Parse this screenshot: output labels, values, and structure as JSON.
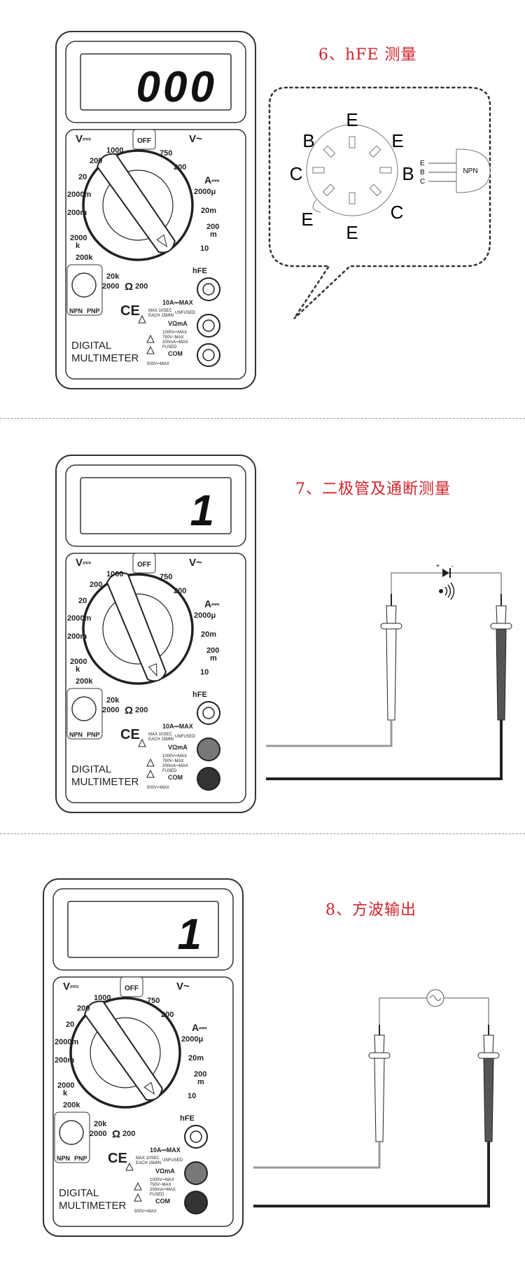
{
  "sections": [
    {
      "heading": "6、hFE 测量",
      "display": "000",
      "pinout": {
        "top": "E",
        "top_right": "E",
        "right": "B",
        "bottom_right": "C",
        "bottom": "E",
        "bottom_left": "E",
        "left": "C",
        "top_left": "B"
      },
      "transistor": {
        "label": "NPN",
        "pins": [
          "E",
          "B",
          "C"
        ]
      }
    },
    {
      "heading": "7、二极管及通断测量",
      "display": "1"
    },
    {
      "heading": "8、方波输出",
      "display": "1"
    }
  ],
  "meter": {
    "brand_line1": "DIGITAL",
    "brand_line2": "MULTIMETER",
    "dcv": "V⎓",
    "acv": "V~",
    "dca": "A⎓",
    "off": "OFF",
    "dial_labels": {
      "v1000": "1000",
      "v200": "200",
      "v20": "20",
      "v2000m": "2000m",
      "v200m": "200m",
      "ac750": "750",
      "ac200": "200",
      "a2000u": "2000μ",
      "a20m": "20m",
      "a200m_top": "200",
      "a200m_bot": "m",
      "a10": "10",
      "hfe": "hFE",
      "r2000k_top": "2000",
      "r2000k_bot": "k",
      "r200k": "200k",
      "r20k": "20k",
      "r2000": "2000",
      "ohm": "Ω",
      "r200": "200"
    },
    "socket_npn": "NPN",
    "socket_pnp": "PNP",
    "ce": "CE",
    "jack_10a": "10A⎓MAX",
    "jack_10a_note1": "MAX 10SEC",
    "jack_10a_note2": "EACH 15MIN",
    "jack_10a_note3": "UNFUSED",
    "jack_v": "VΩmA",
    "jack_v_note1": "1000V⎓MAX",
    "jack_v_note2": "750V~MAX",
    "jack_v_note3": "200mA⎓MAX",
    "jack_v_note4": "FUSED",
    "jack_com": "COM",
    "jack_com_note": "500V⎓MAX"
  }
}
